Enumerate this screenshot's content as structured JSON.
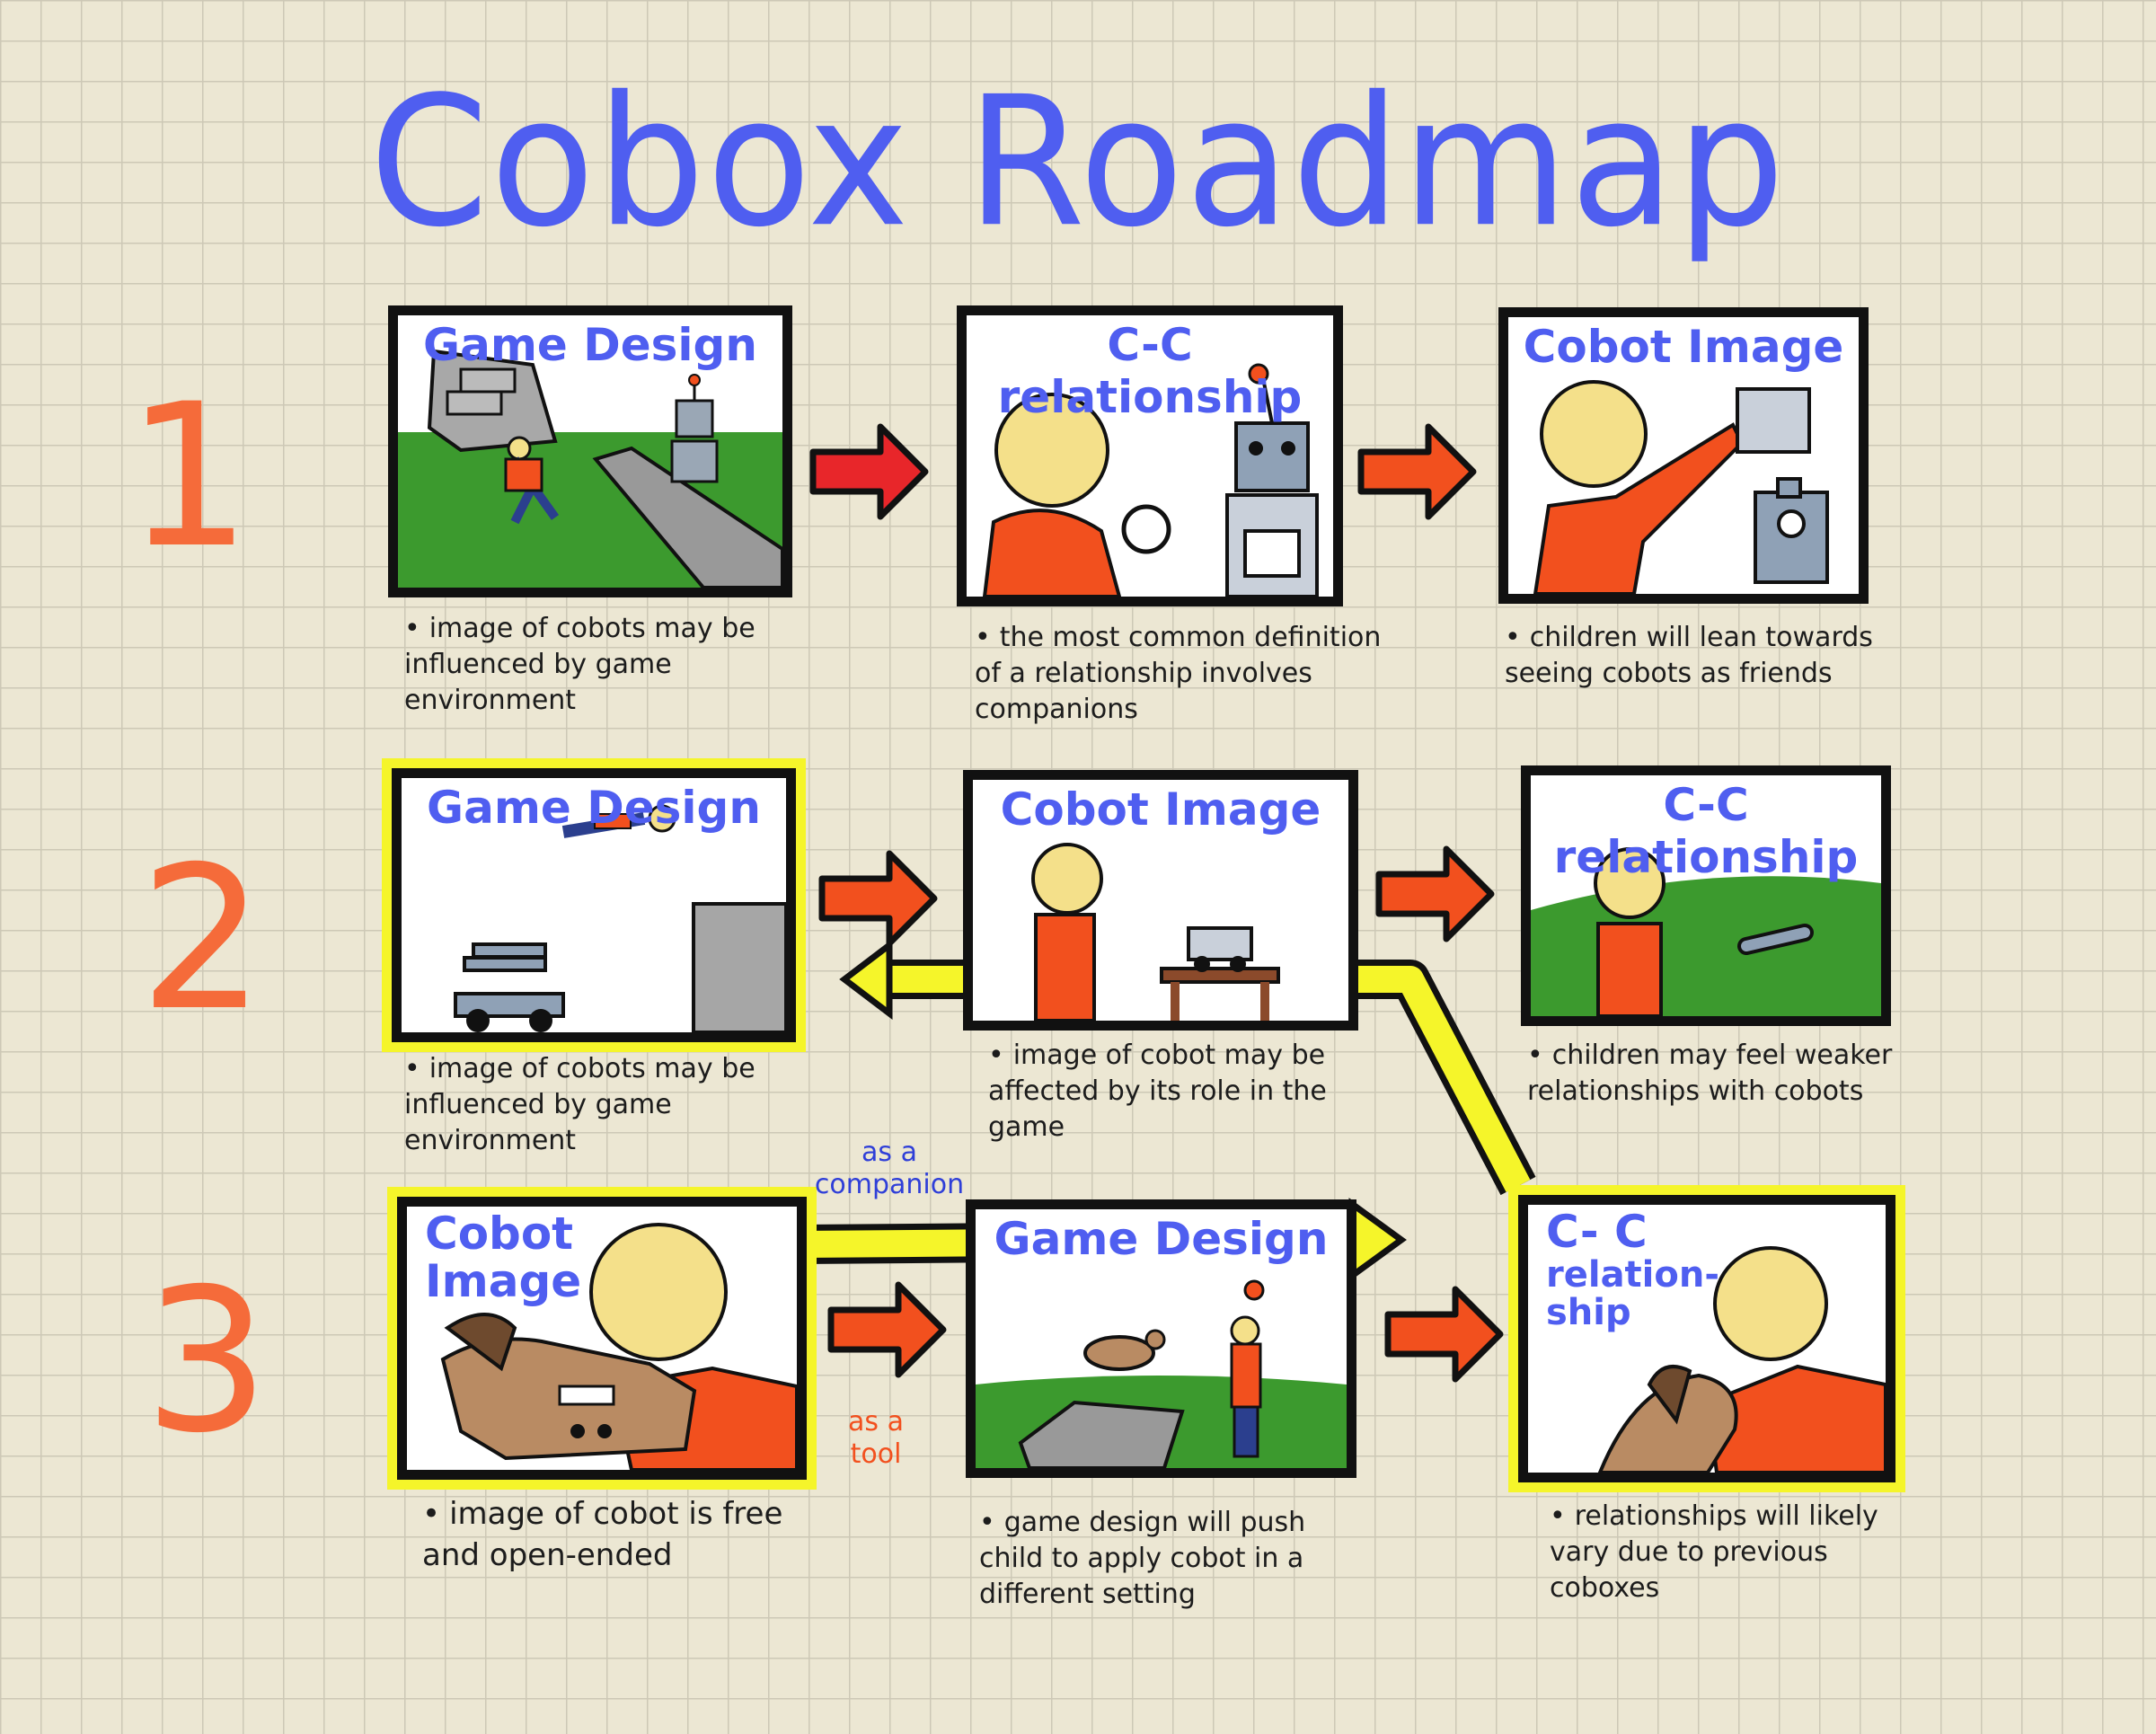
{
  "title": "Cobox Roadmap",
  "rows": [
    {
      "number": "1",
      "panels": [
        {
          "title": "Game Design",
          "caption": "image of cobots may be influenced by game environment"
        },
        {
          "title": "C-C relationship",
          "caption": "the most common definition of a relationship involves companions"
        },
        {
          "title": "Cobot Image",
          "caption": "children will lean towards seeing cobots as friends"
        }
      ]
    },
    {
      "number": "2",
      "panels": [
        {
          "title": "Game Design",
          "caption": "image of cobots may be influenced by game environment"
        },
        {
          "title": "Cobot Image",
          "caption": "image of cobot may be affected by its role in the game"
        },
        {
          "title": "C-C relationship",
          "caption": "children may feel weaker relationships with cobots"
        }
      ]
    },
    {
      "number": "3",
      "panels": [
        {
          "title_line1": "Cobot",
          "title_line2": "Image",
          "caption": "image of cobot is free and open-ended"
        },
        {
          "title": "Game Design",
          "caption": "game design will push child to apply cobot in a different setting"
        },
        {
          "title_line1": "C- C",
          "title_line2": "relation-",
          "title_line3": "ship",
          "caption": "relationships will likely vary due to previous coboxes"
        }
      ]
    }
  ],
  "connectors": {
    "companion_label_line1": "as a",
    "companion_label_line2": "companion",
    "tool_label_line1": "as a",
    "tool_label_line2": "tool"
  },
  "colors": {
    "title": "#4f5ef0",
    "row_number": "#f56b3a",
    "arrow": "#f2501e",
    "highlight": "#f5f52a",
    "companion_label": "#2f3fd8",
    "tool_label": "#f2501e"
  }
}
